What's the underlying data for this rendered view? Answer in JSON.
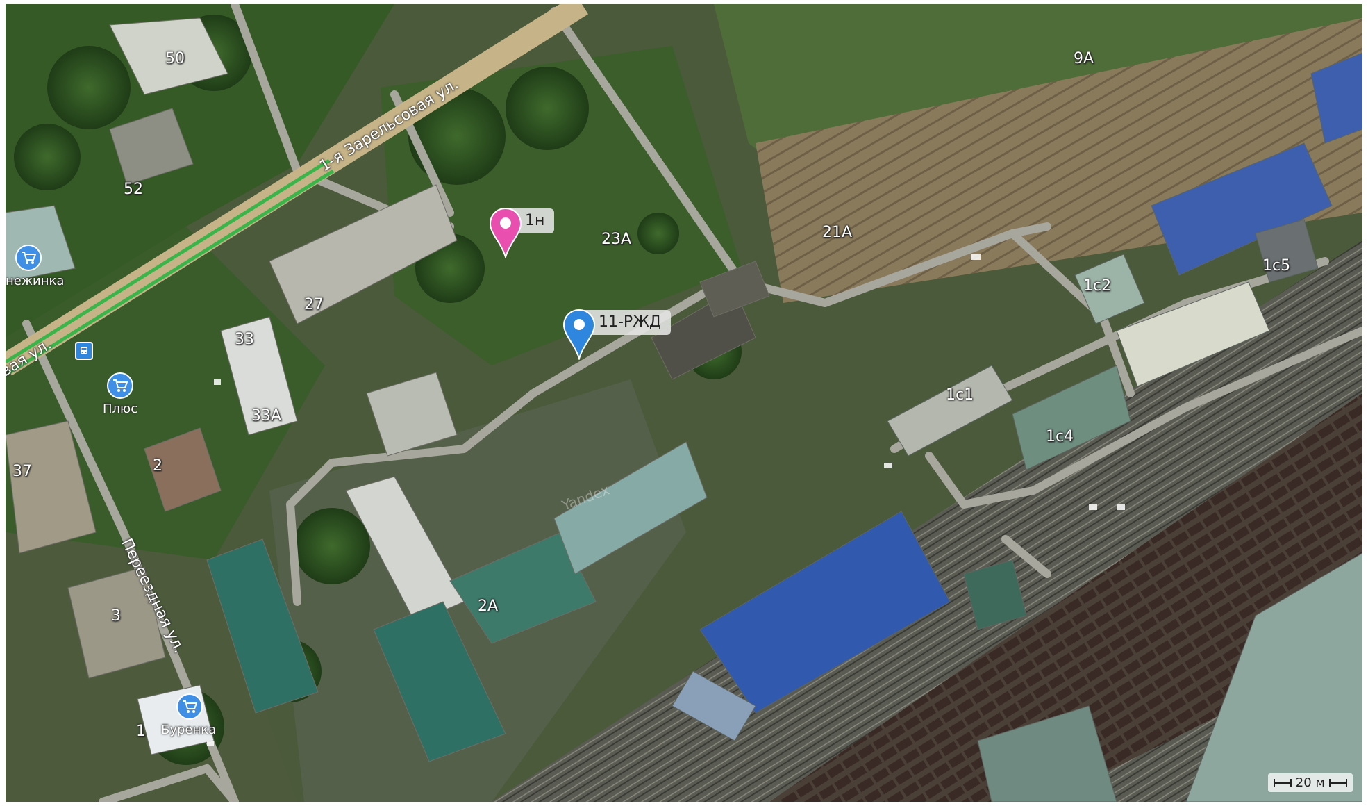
{
  "map": {
    "provider_watermark": "Yandex",
    "scale_label": "20 м"
  },
  "streets": [
    {
      "id": "zarelsovaya",
      "name": "1-я Зарельсовая ул."
    },
    {
      "id": "left-cut",
      "name": "вая ул."
    },
    {
      "id": "pereezdnaya",
      "name": "Переездная ул."
    }
  ],
  "markers": [
    {
      "id": "1n",
      "label": "1н",
      "color": "#e23aa0"
    },
    {
      "id": "11-rzd",
      "label": "11-РЖД",
      "color": "#2e86de"
    }
  ],
  "pois": [
    {
      "id": "snezhinka",
      "label": "нежинка",
      "icon": "shopping-cart-icon"
    },
    {
      "id": "plus",
      "label": "Плюс",
      "icon": "shopping-cart-icon"
    },
    {
      "id": "burenka",
      "label": "Буренка",
      "icon": "shopping-cart-icon"
    },
    {
      "id": "bus-stop",
      "label": "",
      "icon": "bus-stop-icon"
    }
  ],
  "house_numbers": [
    "50",
    "52",
    "27",
    "33",
    "33А",
    "2",
    "37",
    "3",
    "1",
    "23А",
    "21А",
    "9А",
    "1с5",
    "1с2",
    "1с1",
    "1с4",
    "2А"
  ]
}
